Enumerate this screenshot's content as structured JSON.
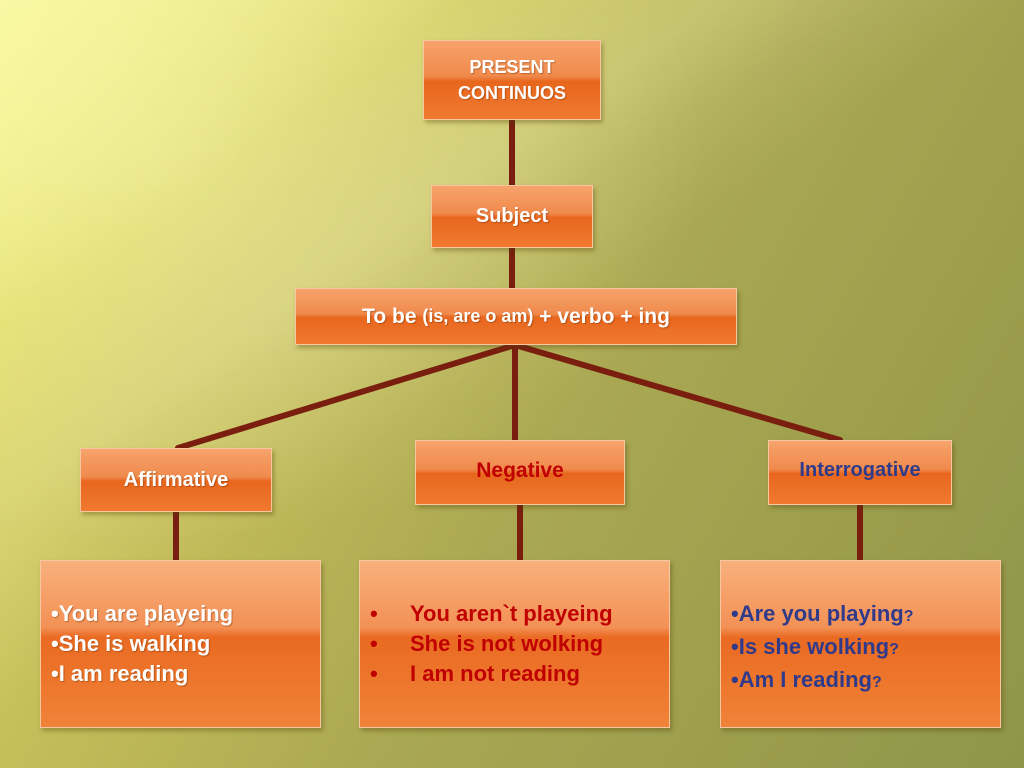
{
  "title_lines": [
    "PRESENT",
    "CONTINUOS"
  ],
  "subject": "Subject",
  "formula": {
    "part1": "To be ",
    "paren": "(is, are o am)",
    "part2": " + verbo + ing"
  },
  "branches": {
    "affirmative": {
      "label": "Affirmative",
      "items": [
        "•You are playeing",
        "•She is walking",
        "•I am reading"
      ]
    },
    "negative": {
      "label": "Negative",
      "bullet": "•",
      "items": [
        "You aren`t  playeing",
        "She is not wolking",
        "I am not reading"
      ]
    },
    "interrogative": {
      "label": "Interrogative",
      "items": [
        {
          "text": "•Are you playing",
          "mark": "?"
        },
        {
          "text": "•Is she wolking",
          "mark": "?"
        },
        {
          "text": "•Am I reading",
          "mark": "?"
        }
      ]
    }
  },
  "colors": {
    "connector": "#7a1f10",
    "box_orange": "#f07a30",
    "negative_text": "#c00000",
    "interrogative_text": "#2f3b8a"
  }
}
